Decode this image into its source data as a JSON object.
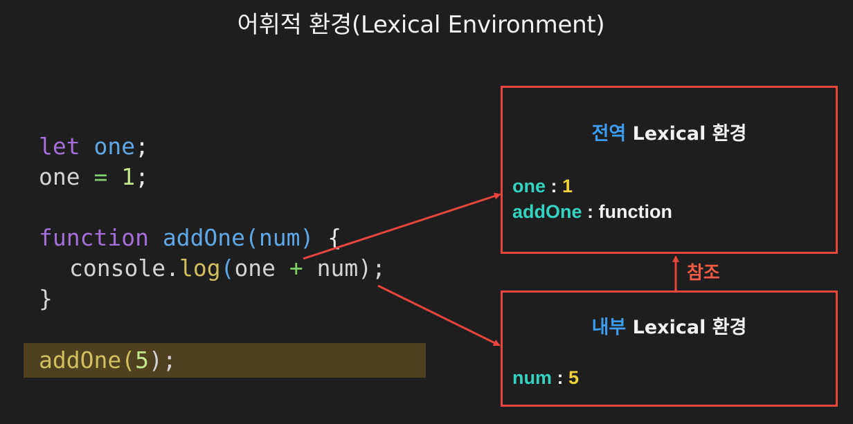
{
  "title": "어휘적 환경(Lexical Environment)",
  "code": {
    "line1": {
      "kw": "let",
      "var": "one",
      "end": ";"
    },
    "line2": {
      "var": "one",
      "op": "=",
      "num": "1",
      "end": ";"
    },
    "line3": {
      "kw": "function",
      "name": "addOne",
      "open": "(",
      "param": "num",
      "close": ")",
      "brace": "{"
    },
    "line4": {
      "obj": "console",
      "dot": ".",
      "method": "log",
      "open": "(",
      "a": "one",
      "op": "+",
      "b": "num",
      "close": ");"
    },
    "line5": {
      "brace": "}"
    },
    "line6": {
      "call": "addOne",
      "open": "(",
      "arg": "5",
      "close": ");"
    }
  },
  "global_env": {
    "title_accent": "전역",
    "title_rest": " Lexical 환경",
    "entries": [
      {
        "key": "one",
        "sep": " : ",
        "value": "1"
      },
      {
        "key": "addOne",
        "sep": " : ",
        "value": "function"
      }
    ]
  },
  "inner_env": {
    "title_accent": "내부",
    "title_rest": " Lexical 환경",
    "entries": [
      {
        "key": "num",
        "sep": " : ",
        "value": "5"
      }
    ]
  },
  "reference_label": "참조",
  "colors": {
    "background": "#1e1e1e",
    "box_border": "#e8453c",
    "arrow": "#e8453c",
    "highlight": "#4f4020",
    "accent_blue": "#3b9cf0",
    "key_teal": "#33d3c0",
    "number_yellow": "#f2d13a"
  }
}
